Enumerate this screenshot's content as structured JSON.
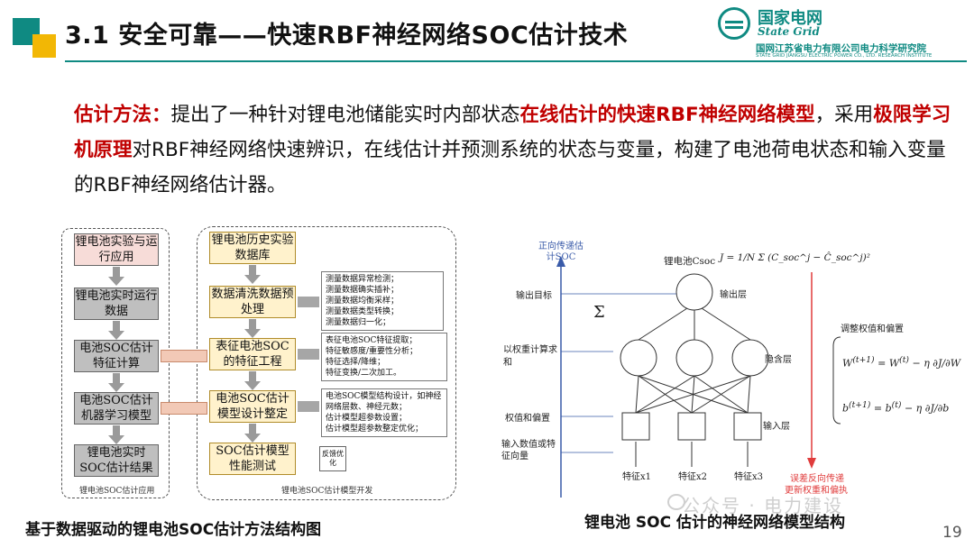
{
  "header": {
    "title": "3.1 安全可靠——快速RBF神经网络SOC估计技术",
    "logo_cn": "国家电网",
    "logo_en": "State Grid",
    "logo_org": "国网江苏省电力有限公司电力科学研究院",
    "logo_org_en": "STATE GRID JIANGSU ELECTRIC POWER CO., LTD. RESEARCH INSTITUTE"
  },
  "intro": {
    "label": "估计方法：",
    "t1": "提出了一种针对锂电池储能实时内部状态",
    "h1": "在线估计的快速RBF神经网络模型",
    "t2": "，采用",
    "h2": "极限学习机原理",
    "t3": "对RBF神经网络快速辨识，在线估计并预测系统的状态与变量，构建了电池荷电状态和输入变量的RBF神经网络估计器。"
  },
  "left_figure": {
    "left_col": [
      "锂电池实验与运行应用",
      "锂电池实时运行数据",
      "电池SOC估计特征计算",
      "电池SOC估计机器学习模型",
      "锂电池实时SOC估计结果"
    ],
    "left_footer": "锂电池SOC估计应用",
    "right_col": [
      "锂电池历史实验数据库",
      "数据清洗数据预处理",
      "表征电池SOC的特征工程",
      "电池SOC估计模型设计整定",
      "SOC估计模型性能测试"
    ],
    "right_footer": "锂电池SOC估计模型开发",
    "notes1": [
      "测量数据异常检测；",
      "测量数据确实插补；",
      "测量数据均衡采样；",
      "测量数据类型转换；",
      "测量数据归一化；"
    ],
    "notes2": [
      "表征电池SOC特征提取；",
      "特征敏感度/重要性分析；",
      "特征选择/降维；",
      "特征变换/二次加工。"
    ],
    "notes3": [
      "电池SOC模型结构设计，如神经网络层数、神经元数；",
      "估计模型超参数设置；",
      "估计模型超参数整定优化；"
    ],
    "feedback": "反馈优化",
    "caption": "基于数据驱动的锂电池SOC估计方法结构图"
  },
  "right_figure": {
    "forward": "正向传递估计SOC",
    "csoc": "锂电池Csoc",
    "formula_j": "J = 1/N Σ (C_soc^j − Ĉ_soc^j)²",
    "output_target": "输出目标",
    "output_layer": "输出层",
    "sum_label": "以权重计算求和",
    "hidden_layer": "隐含层",
    "weights_label": "权值和偏置",
    "input_label": "输入数值或特征向量",
    "input_layer": "输入层",
    "features": [
      "特征x1",
      "特征x2",
      "特征x3"
    ],
    "adjust": "调整权值和偏置",
    "backprop1": "误差反向传递",
    "backprop2": "更新权重和偏执",
    "caption": "锂电池 SOC 估计的神经网络模型结构"
  },
  "watermark": "公众号 · 电力建设",
  "page_number": "19"
}
